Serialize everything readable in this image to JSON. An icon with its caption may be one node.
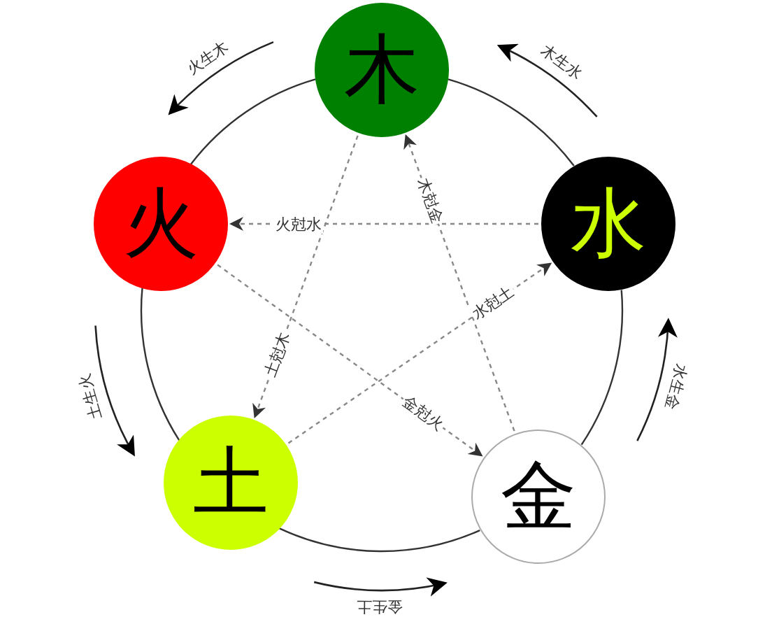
{
  "diagram": {
    "nodes": [
      {
        "text": [
          "木"
        ]
      },
      {
        "text": [
          "火"
        ]
      },
      {
        "text": [
          "水"
        ]
      },
      {
        "text": [
          "土"
        ]
      },
      {
        "text": [
          "金"
        ]
      }
    ],
    "edges": [
      {
        "from": 0,
        "to": 1,
        "arrow": "none"
      },
      {
        "from": 0,
        "to": 2,
        "arrow": "none"
      },
      {
        "from": 2,
        "to": 4,
        "arrow": "none"
      },
      {
        "from": 4,
        "to": 3,
        "arrow": "none"
      },
      {
        "from": 3,
        "to": 1,
        "arrow": "none"
      },
      {
        "from": 2,
        "to": 1,
        "arrow": "to",
        "label": "火尅水",
        "style": "dashed",
        "color": "#888888"
      },
      {
        "from": 4,
        "to": 0,
        "arrow": "to",
        "label": "木尅金",
        "style": "dashed",
        "color": "#888888"
      },
      {
        "from": 0,
        "to": 3,
        "arrow": "to",
        "label": "土尅木",
        "style": "dashed",
        "color": "#888888"
      },
      {
        "from": 3,
        "to": 2,
        "arrow": "to",
        "label": "水尅土",
        "style": "dashed",
        "color": "#888888"
      },
      {
        "from": 1,
        "to": 4,
        "arrow": "to",
        "label": "金尅火",
        "style": "dashed",
        "color": "#888888"
      }
    ],
    "labels": [
      "火生木",
      "木生水",
      "土生火",
      "水生金",
      "金生土"
    ]
  }
}
